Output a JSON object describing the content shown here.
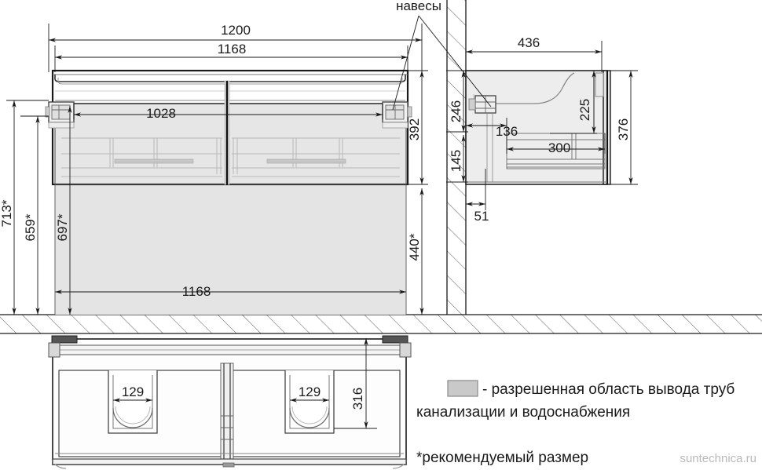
{
  "drawing": {
    "title": "Bathroom vanity cabinet technical drawing",
    "labels": {
      "hangers": "навесы"
    },
    "front_view": {
      "dimensions": {
        "overall_width": "1200",
        "body_width_top": "1168",
        "drawer_width": "1028",
        "body_width_bottom": "1168",
        "total_height_recommended": "713*",
        "height_659": "659*",
        "height_697": "697*",
        "drawer_block_height": "392",
        "clearance_recommended": "440*"
      }
    },
    "wall_dimensions": {
      "top_offset": "246",
      "lower_offset": "145",
      "wall_to_panel": "51"
    },
    "side_view": {
      "dimensions": {
        "depth": "436",
        "bracket_offset": "136",
        "basin_height": "225",
        "drawer_depth": "300",
        "total_height": "376"
      }
    },
    "plan_view": {
      "dimensions": {
        "cutout_left": "129",
        "cutout_right": "129",
        "depth_316": "316"
      }
    },
    "legend": {
      "swatch_line_1": "- разрешенная область вывода труб",
      "swatch_line_2": "канализации и водоснабжения",
      "note": "*рекомендуемый размер",
      "swatch_color": "#c9c9c9"
    },
    "watermark": "suntechnica.ru",
    "colors": {
      "line": "#1a1a1a",
      "thin_line": "#555555",
      "faint_line": "#b5b5b5",
      "fill_gray": "#e4e4e4",
      "fill_light": "#f2f2f2",
      "hatch": "#6b6b6b"
    }
  }
}
